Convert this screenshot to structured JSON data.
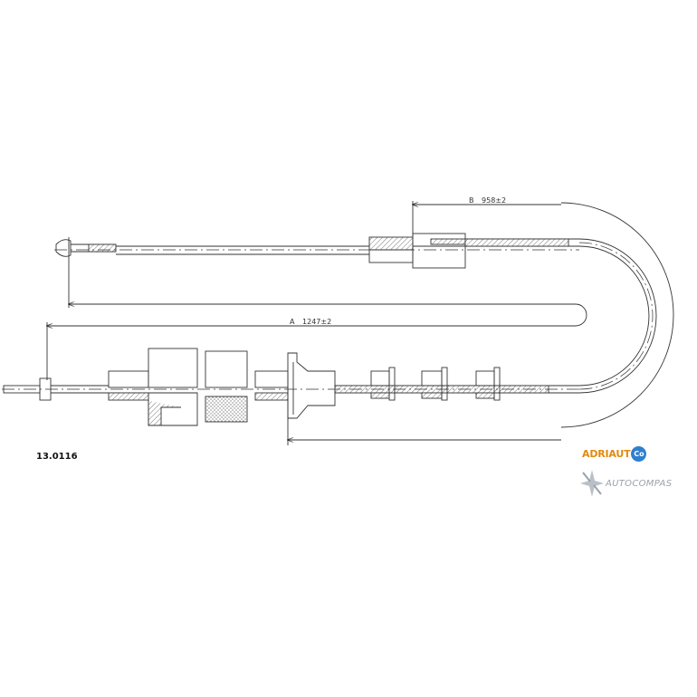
{
  "part_number": "13.0116",
  "dimension_a": {
    "label": "A",
    "value": "1247±2"
  },
  "dimension_b": {
    "label": "B",
    "value": "958±2"
  },
  "brand": {
    "name": "ADRIAUT",
    "badge": "Co",
    "color": "#e28a10",
    "badge_color": "#2f7fcf"
  },
  "watermark": {
    "name": "AUTOCOMPAS",
    "icon": "compass-star-icon",
    "color": "#9aa2aa"
  },
  "line_color": "#333333"
}
